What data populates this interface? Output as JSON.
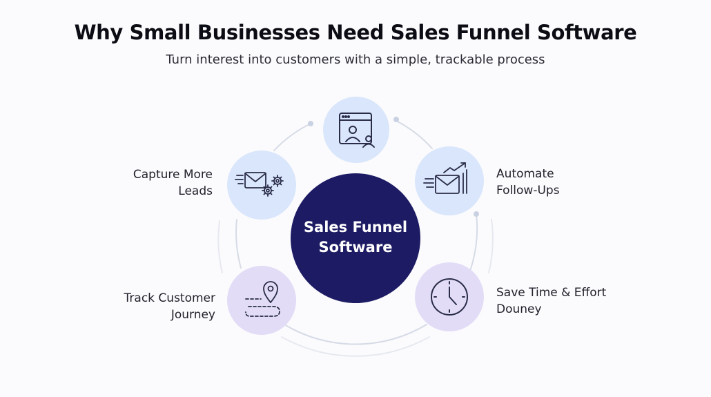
{
  "header": {
    "title": "Why Small Businesses Need Sales Funnel Software",
    "subtitle": "Turn interest into customers with a simple, trackable process"
  },
  "center": {
    "line1": "Sales Funnel",
    "line2": "Software"
  },
  "nodes": [
    {
      "id": "top",
      "icon": "web-profile-icon",
      "lines": []
    },
    {
      "id": "capture",
      "icon": "email-gears-icon",
      "lines": [
        "Capture More",
        "Leads"
      ]
    },
    {
      "id": "automate",
      "icon": "email-growth-icon",
      "lines": [
        "Automate",
        "Follow-Ups"
      ]
    },
    {
      "id": "track",
      "icon": "map-pin-path-icon",
      "lines": [
        "Track Customer",
        "Journey"
      ]
    },
    {
      "id": "save",
      "icon": "clock-icon",
      "lines": [
        "Save Time & Effort",
        "Douney"
      ]
    }
  ],
  "colors": {
    "center": "#1d1b63",
    "node_blue": "#d9e6fb",
    "node_purple": "#e2dcf7",
    "ring": "#d6dbe6",
    "icon_stroke": "#2a2c48"
  }
}
